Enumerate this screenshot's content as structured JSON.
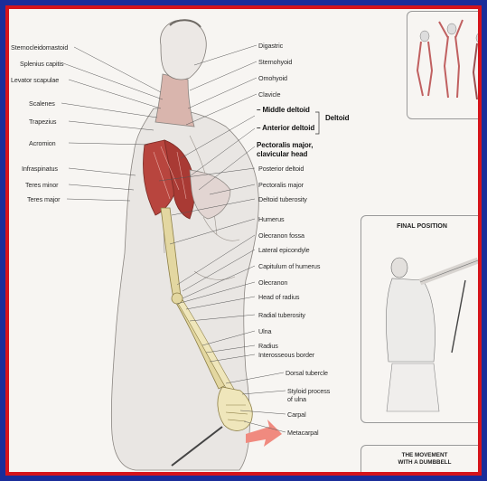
{
  "labels_left": [
    "Sternocleidomastoid",
    "Splenius capitis",
    "Levator scapulae",
    "Scalenes",
    "Trapezius",
    "Acromion",
    "Infraspinatus",
    "Teres minor",
    "Teres major"
  ],
  "labels_right": [
    "Digastric",
    "Sternohyoid",
    "Omohyoid",
    "Clavicle",
    "– Middle deltoid",
    "– Anterior deltoid",
    "Deltoid",
    "Pectoralis major,",
    "clavicular head",
    "Posterior deltoid",
    "Pectoralis major",
    "Deltoid tuberosity",
    "Humerus",
    "Olecranon fossa",
    "Lateral epicondyle",
    "Capitulum of humerus",
    "Olecranon",
    "Head of radius",
    "Radial tuberosity",
    "Ulna",
    "Radius",
    "Interosseous border",
    "Dorsal tubercle",
    "Styloid process",
    "of ulna",
    "Carpal",
    "Metacarpal"
  ],
  "panels": {
    "final_title": "FINAL POSITION",
    "movement_title_1": "THE MOVEMENT",
    "movement_title_2": "WITH A DUMBBELL"
  },
  "colors": {
    "frame": "#1a2d9a",
    "border": "#d5141b",
    "muscle": "#b8453e",
    "bone": "#e3d7a1",
    "arrow": "#f08a7f"
  }
}
